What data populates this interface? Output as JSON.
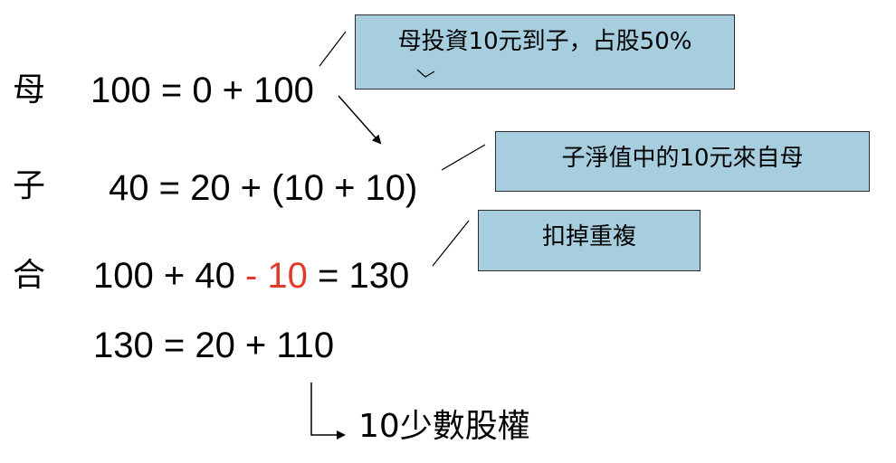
{
  "rows": {
    "mother": {
      "label": "母",
      "equation": "100 = 0 + 100"
    },
    "child": {
      "label": "子",
      "equation": "40 = 20 + (10 + 10)"
    },
    "combined": {
      "label": "合",
      "part1": "100 + 40",
      "minus": "- 10",
      "part2": "= 130"
    },
    "result": {
      "equation": "130 = 20 + 110"
    }
  },
  "callouts": {
    "invest": "母投資10元到子，占股50%",
    "net_value": "子淨值中的10元來自母",
    "deduct": "扣掉重複"
  },
  "note": "10少數股權",
  "colors": {
    "callout_fill": "#a6cedf",
    "minus_highlight": "#e03a2a"
  }
}
